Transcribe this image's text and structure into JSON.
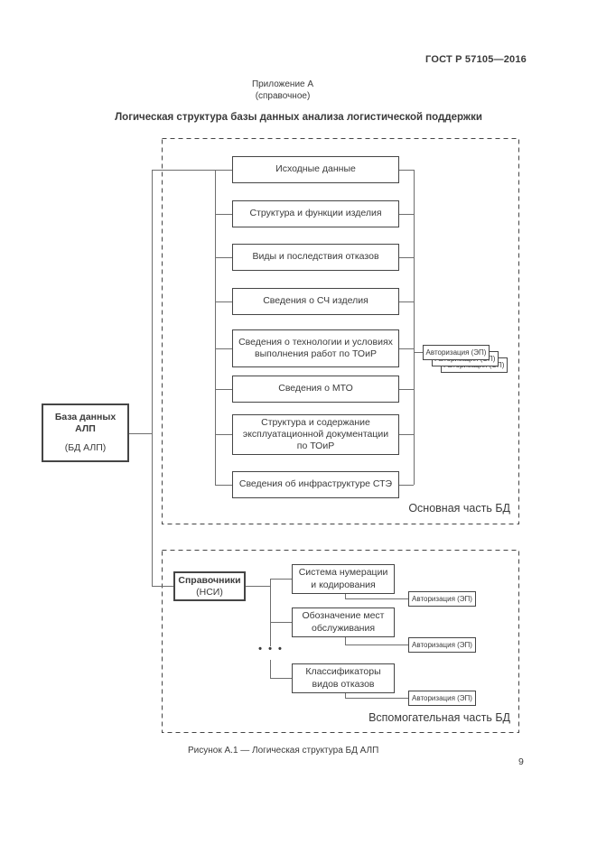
{
  "page": {
    "header": "ГОСТ Р 57105—2016",
    "appendix_line1": "Приложение А",
    "appendix_line2": "(справочное)",
    "title": "Логическая структура базы данных анализа логистической поддержки",
    "caption": "Рисунок А.1 — Логическая структура БД АЛП",
    "page_number": "9"
  },
  "database_box": {
    "name_line1": "База данных",
    "name_line2": "АЛП",
    "sub": "(БД АЛП)"
  },
  "main_section": {
    "label": "Основная часть БД",
    "boxes": [
      "Исходные данные",
      "Структура и функции изделия",
      "Виды и последствия отказов",
      "Сведения о СЧ изделия",
      "Сведения о технологии и условиях выполнения работ по ТОиР",
      "Сведения о МТО",
      "Структура и содержание эксплуатационной документации по ТОиР",
      "Сведения об инфраструктуре СТЭ"
    ],
    "authorization_label": "Авторизация (ЭП)"
  },
  "aux_section": {
    "label": "Вспомогательная часть БД",
    "directory_box": {
      "name": "Справочники",
      "sub": "(НСИ)"
    },
    "boxes": [
      "Система нумерации и кодирования",
      "Обозначение мест обслуживания",
      "Классификаторы видов отказов"
    ],
    "authorization_label": "Авторизация (ЭП)",
    "ellipsis": "•  •  •"
  }
}
